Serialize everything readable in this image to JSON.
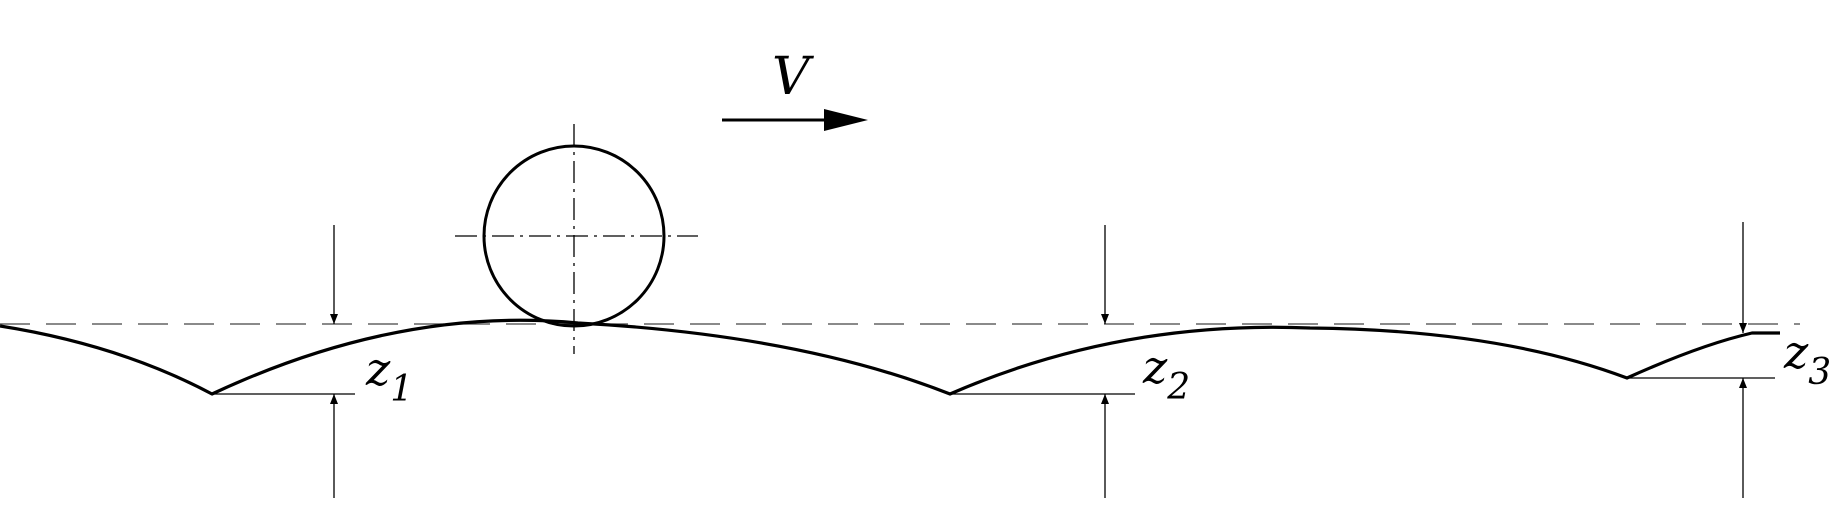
{
  "velocity": {
    "label": "V"
  },
  "depths": [
    {
      "letter": "z",
      "subscript": "1"
    },
    {
      "letter": "z",
      "subscript": "2"
    },
    {
      "letter": "z",
      "subscript": "3"
    }
  ],
  "colors": {
    "ink": "#000000",
    "reference_line": "#444444"
  }
}
